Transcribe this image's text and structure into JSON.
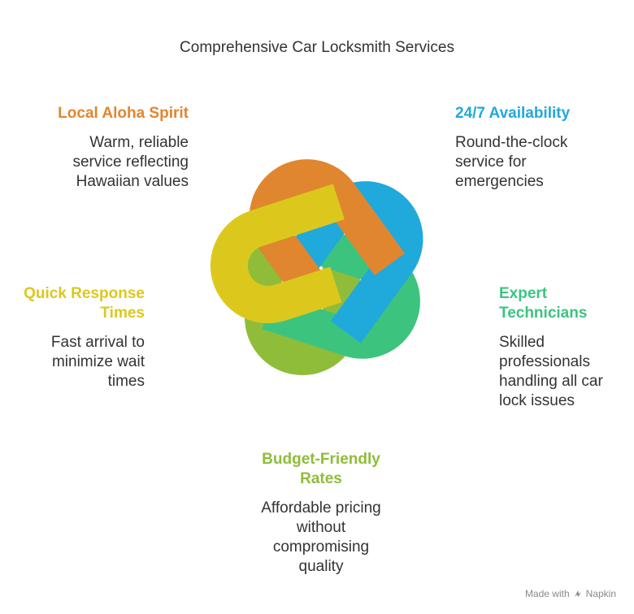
{
  "title": "Comprehensive Car Locksmith Services",
  "colors": {
    "orange": "#E0862F",
    "blue": "#20A9DB",
    "green": "#3CC47F",
    "lime": "#8FBD3A",
    "yellow": "#DCC81D"
  },
  "items": [
    {
      "heading": "Local Aloha Spirit",
      "desc_lines": [
        "Warm, reliable",
        "service reflecting",
        "Hawaiian values"
      ]
    },
    {
      "heading": "24/7 Availability",
      "desc_lines": [
        "Round-the-clock",
        "service for",
        "emergencies"
      ]
    },
    {
      "heading_lines": [
        "Expert",
        "Technicians"
      ],
      "desc_lines": [
        "Skilled",
        "professionals",
        "handling all car",
        "lock issues"
      ]
    },
    {
      "heading_lines": [
        "Budget-Friendly",
        "Rates"
      ],
      "desc_lines": [
        "Affordable pricing",
        "without",
        "compromising",
        "quality"
      ]
    },
    {
      "heading_lines": [
        "Quick Response",
        "Times"
      ],
      "desc_lines": [
        "Fast arrival to",
        "minimize wait",
        "times"
      ]
    }
  ],
  "footer": {
    "prefix": "Made with",
    "brand": "Napkin",
    "icon": "napkin-logo-icon"
  }
}
